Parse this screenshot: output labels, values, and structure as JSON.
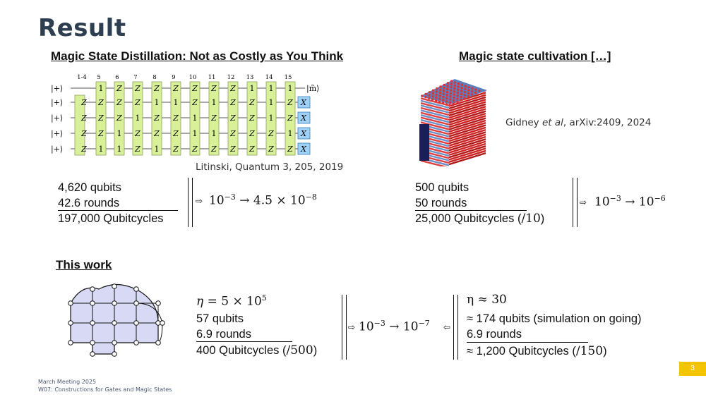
{
  "slide": {
    "title": "Result",
    "page_number": "3",
    "footer": {
      "line1": "March Meeting 2025",
      "line2": "W07: Constructions for Gates and Magic States"
    }
  },
  "left_section": {
    "heading": "Magic State Distillation: Not as Costly as You Think",
    "circuit": {
      "column_labels": [
        "1-4",
        "5",
        "6",
        "7",
        "8",
        "9",
        "10",
        "11",
        "12",
        "13",
        "14",
        "15"
      ],
      "input_states": [
        "|+⟩",
        "|+⟩",
        "|+⟩",
        "|+⟩",
        "|+⟩"
      ],
      "output_state": "|m̃⟩",
      "gate_symbols": {
        "z": "Z",
        "one": "1",
        "x": "X"
      },
      "colors": {
        "green": "#d9f099",
        "blue": "#9fd1f7"
      }
    },
    "citation": "Litinski, Quantum 3, 205, 2019",
    "stats": {
      "qubits": "4,620 qubits",
      "rounds": "42.6 rounds",
      "qubitcycles": "197,000 Qubitcycles"
    },
    "arrow": "⇨",
    "result": {
      "base": "10",
      "exp_in": "−3",
      "arrow": "→",
      "coef": "4.5 ×",
      "exp_out": "−8"
    }
  },
  "right_section": {
    "heading": "Magic state cultivation […]",
    "citation_prefix": "Gidney ",
    "citation_italic": "et al",
    "citation_suffix": ", arXiv:2409, 2024",
    "stats": {
      "qubits": "500 qubits",
      "rounds": "50 rounds",
      "qubitcycles": "25,000 Qubitcycles",
      "factor_open": "(",
      "factor": "/10",
      "factor_close": ")"
    },
    "arrow": "⇨",
    "result": {
      "base": "10",
      "exp_in": "−3",
      "arrow": "→",
      "exp_out": "−6"
    }
  },
  "this_work": {
    "heading": "This work",
    "eta": {
      "sym": "η",
      "eq": "= 5 ×",
      "base": "10",
      "exp": "5"
    },
    "stats": {
      "qubits": "57 qubits",
      "rounds": "6.9 rounds",
      "qubitcycles": "400 Qubitcycles",
      "factor_open": "(",
      "factor": "/500",
      "factor_close": ")"
    },
    "arrow": "⇨",
    "result": {
      "base": "10",
      "exp_in": "−3",
      "arrow": "→",
      "exp_out": "−7"
    },
    "back_arrow": "⇦",
    "comparison": {
      "eta": "η ≈ 30",
      "qubits": "≈ 174 qubits (simulation on going)",
      "rounds": "6.9 rounds",
      "qubitcycles": "≈ 1,200 Qubitcycles",
      "factor_open": "(",
      "factor": "/150",
      "factor_close": ")"
    },
    "lattice_colors": {
      "fill": "#d7d9f5",
      "edge": "#111111"
    }
  }
}
